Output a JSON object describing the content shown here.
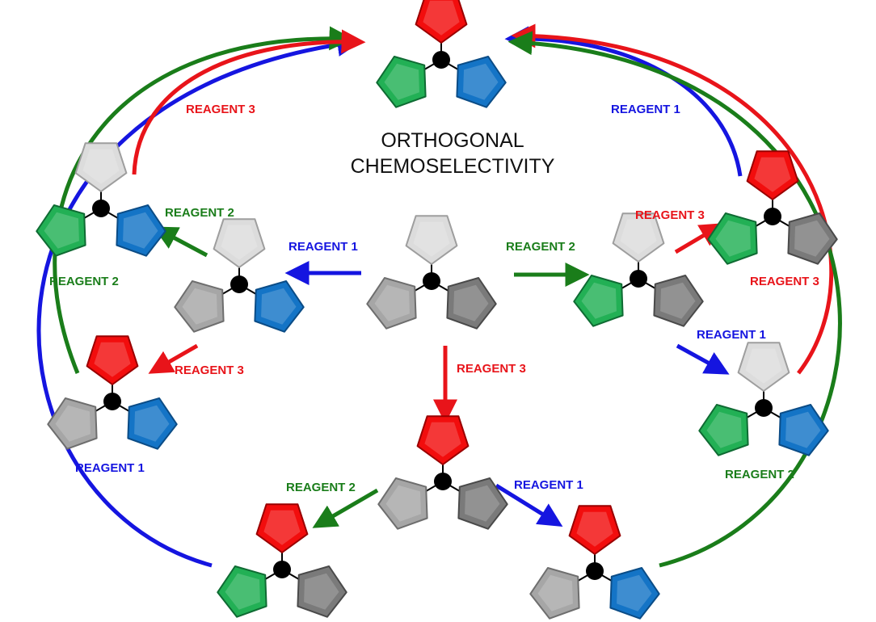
{
  "title_line1": "ORTHOGONAL",
  "title_line2": "CHEMOSELECTIVITY",
  "colors": {
    "red": "#e8141a",
    "green": "#1a7d1a",
    "blue": "#1515e0",
    "pent_red": "#f20d0d",
    "pent_green": "#22b055",
    "pent_blue": "#1474c6",
    "pent_white": "#dcdcdc",
    "pent_lightgray": "#a6a6a6",
    "pent_darkgray": "#7a7a7a",
    "center": "#000000"
  },
  "labels": {
    "reagent1": "REAGENT 1",
    "reagent2": "REAGENT 2",
    "reagent3": "REAGENT 3"
  },
  "molecules": [
    {
      "id": "start",
      "top": "white",
      "left": "lightgray",
      "right": "darkgray"
    },
    {
      "id": "after-r1",
      "top": "white",
      "left": "lightgray",
      "right": "blue"
    },
    {
      "id": "after-r1-r2",
      "top": "white",
      "left": "green",
      "right": "blue"
    },
    {
      "id": "after-r1-r3",
      "top": "red",
      "left": "lightgray",
      "right": "blue"
    },
    {
      "id": "after-r2",
      "top": "white",
      "left": "green",
      "right": "darkgray"
    },
    {
      "id": "after-r2-r3",
      "top": "red",
      "left": "green",
      "right": "darkgray"
    },
    {
      "id": "after-r2-r1",
      "top": "white",
      "left": "green",
      "right": "blue"
    },
    {
      "id": "after-r3",
      "top": "red",
      "left": "lightgray",
      "right": "darkgray"
    },
    {
      "id": "after-r3-r2",
      "top": "red",
      "left": "green",
      "right": "darkgray"
    },
    {
      "id": "after-r3-r1",
      "top": "red",
      "left": "lightgray",
      "right": "blue"
    },
    {
      "id": "final",
      "top": "red",
      "left": "green",
      "right": "blue"
    }
  ]
}
